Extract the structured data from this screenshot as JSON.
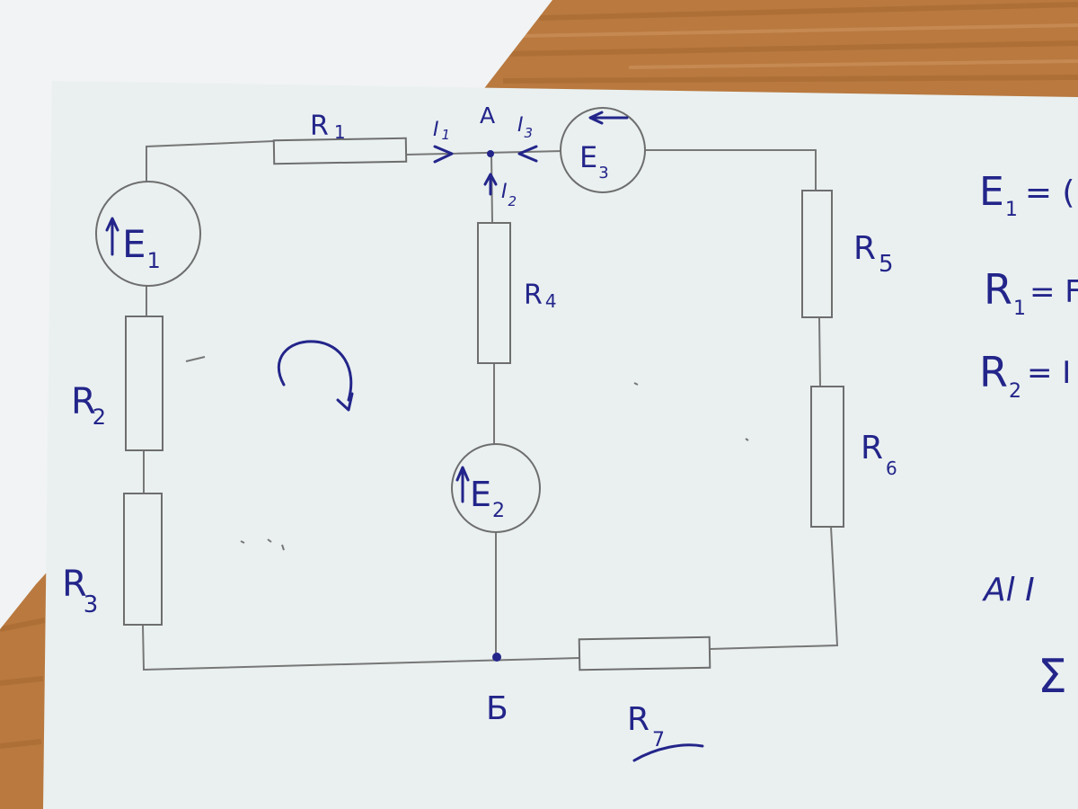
{
  "nodes": {
    "a": "A",
    "b": "Б"
  },
  "currents": {
    "i1": {
      "main": "I",
      "sub": "1"
    },
    "i2": {
      "main": "I",
      "sub": "2"
    },
    "i3": {
      "main": "I",
      "sub": "3"
    }
  },
  "sources": {
    "e1": {
      "main": "E",
      "sub": "1"
    },
    "e2": {
      "main": "E",
      "sub": "2"
    },
    "e3": {
      "main": "E",
      "sub": "3"
    }
  },
  "resistors": {
    "r1": {
      "main": "R",
      "sub": "1"
    },
    "r2": {
      "main": "R",
      "sub": "2"
    },
    "r3": {
      "main": "R",
      "sub": "3"
    },
    "r4": {
      "main": "R",
      "sub": "4"
    },
    "r5": {
      "main": "R",
      "sub": "5"
    },
    "r6": {
      "main": "R",
      "sub": "6"
    },
    "r7": {
      "main": "R",
      "sub": "7"
    }
  },
  "side_notes": {
    "e1": {
      "main": "E",
      "sub": "1",
      "rest": "= ("
    },
    "r1": {
      "main": "R",
      "sub": "1",
      "rest": "= F"
    },
    "r2": {
      "main": "R",
      "sub": "2",
      "rest": "= I"
    },
    "scribble": "Al I",
    "sigma": "Σ"
  },
  "colors": {
    "ink": "#23258a",
    "pencil": "#6e6e6e",
    "paper": "#eaf0f0",
    "desk": "#b9793f"
  }
}
